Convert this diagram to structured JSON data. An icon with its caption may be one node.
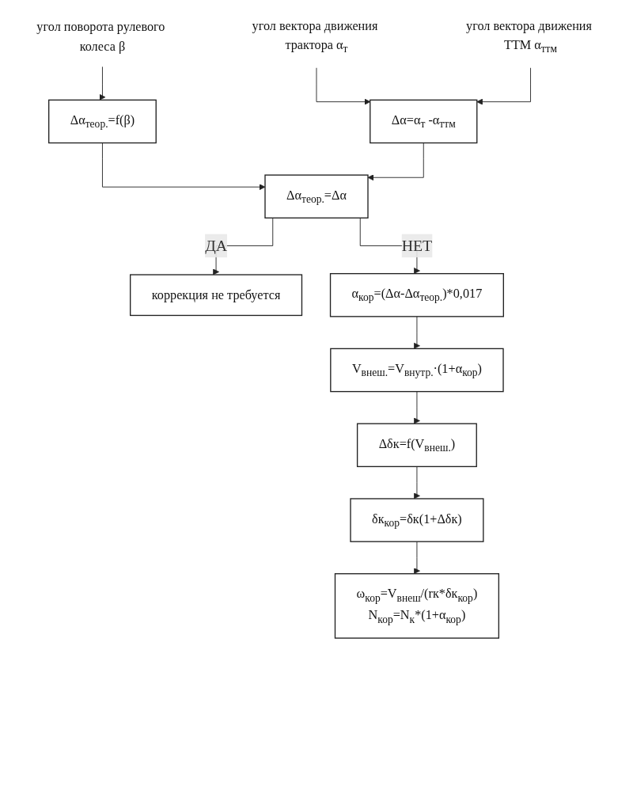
{
  "diagram": {
    "nodes": [
      {
        "text": [
          "угол поворота рулевого колеса β"
        ]
      },
      {
        "text": [
          "угол вектора движения трактора α$_{т}$"
        ]
      },
      {
        "text": [
          "угол вектора движения ТТМ α$_{ттм}$"
        ]
      },
      {
        "text": [
          "Δα$_{теор.}$=f(β)"
        ]
      },
      {
        "text": [
          "Δα=α$_{т}$ -α$_{ттм}$"
        ]
      },
      {
        "text": [
          "Δα$_{теор.}$=Δα"
        ]
      },
      {
        "text": [
          "коррекция не требуется"
        ]
      },
      {
        "text": [
          "α$_{кор}$=(Δα-Δα$_{теор.}$)*0,017"
        ]
      },
      {
        "text": [
          "V$_{внеш.}$=V$_{внутр.}$·(1+α$_{кор}$)"
        ]
      },
      {
        "text": [
          "Δδк=f(V$_{внеш.}$)"
        ]
      },
      {
        "text": [
          "δк$_{кор}$=δк(1+Δδк)"
        ]
      },
      {
        "text": [
          "ω$_{кор}$=V$_{внеш}$/(rк*δк$_{кор}$)",
          "N$_{кор}$=N$_{к}$*(1+α$_{кор}$)"
        ]
      }
    ],
    "edges": [
      {
        "from": 0,
        "to": 3,
        "arrow": "to"
      },
      {
        "from": 1,
        "to": 4,
        "arrow": "to"
      },
      {
        "from": 2,
        "to": 4,
        "arrow": "to"
      },
      {
        "from": 3,
        "to": 5,
        "arrow": "to"
      },
      {
        "from": 4,
        "to": 5,
        "arrow": "to"
      },
      {
        "from": 5,
        "to": 6,
        "label": "ДА",
        "arrow": "to"
      },
      {
        "from": 5,
        "to": 7,
        "label": "НЕТ",
        "arrow": "to"
      },
      {
        "from": 7,
        "to": 8,
        "arrow": "to"
      },
      {
        "from": 8,
        "to": 9,
        "arrow": "to"
      },
      {
        "from": 9,
        "to": 10,
        "arrow": "to"
      },
      {
        "from": 10,
        "to": 11,
        "arrow": "to"
      }
    ]
  }
}
